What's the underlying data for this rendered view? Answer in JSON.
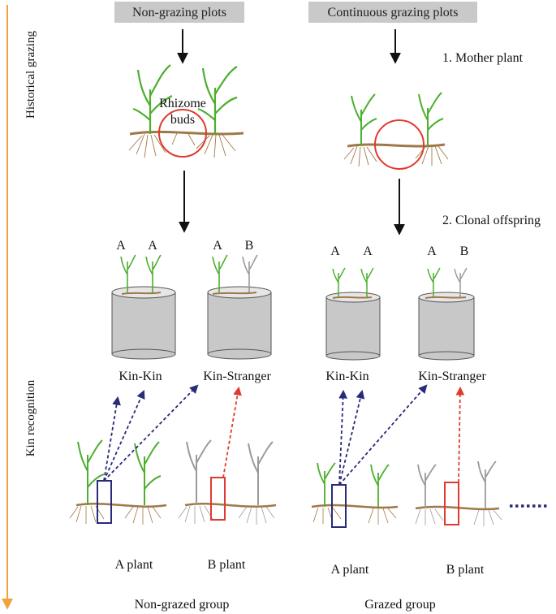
{
  "headers": {
    "left": "Non-grazing plots",
    "right": "Continuous grazing plots"
  },
  "side_labels": {
    "top": "Historical grazing",
    "bottom": "Kin recognition"
  },
  "steps": {
    "one": "1. Mother plant",
    "two": "2. Clonal offspring"
  },
  "rhizome_label": {
    "line1": "Rhizome",
    "line2": "buds"
  },
  "pot_letters": {
    "kin": [
      "A",
      "A"
    ],
    "stranger": [
      "A",
      "B"
    ]
  },
  "treatments": {
    "kin": "Kin-Kin",
    "stranger": "Kin-Stranger"
  },
  "plants": {
    "a": "A plant",
    "b": "B plant"
  },
  "groups": {
    "left": "Non-grazed group",
    "right": "Grazed group"
  },
  "colors": {
    "timeline": "#f0a23c",
    "header_bg": "#c9c9c9",
    "bud_circle": "#e03a2f",
    "kin_arrow": "#2a2a7a",
    "stranger_arrow": "#e03a2f",
    "green_plant": "#4caf2e",
    "grey_plant": "#9a9a9a",
    "rhizome": "#a07848",
    "pot": "#c8c8c8"
  }
}
